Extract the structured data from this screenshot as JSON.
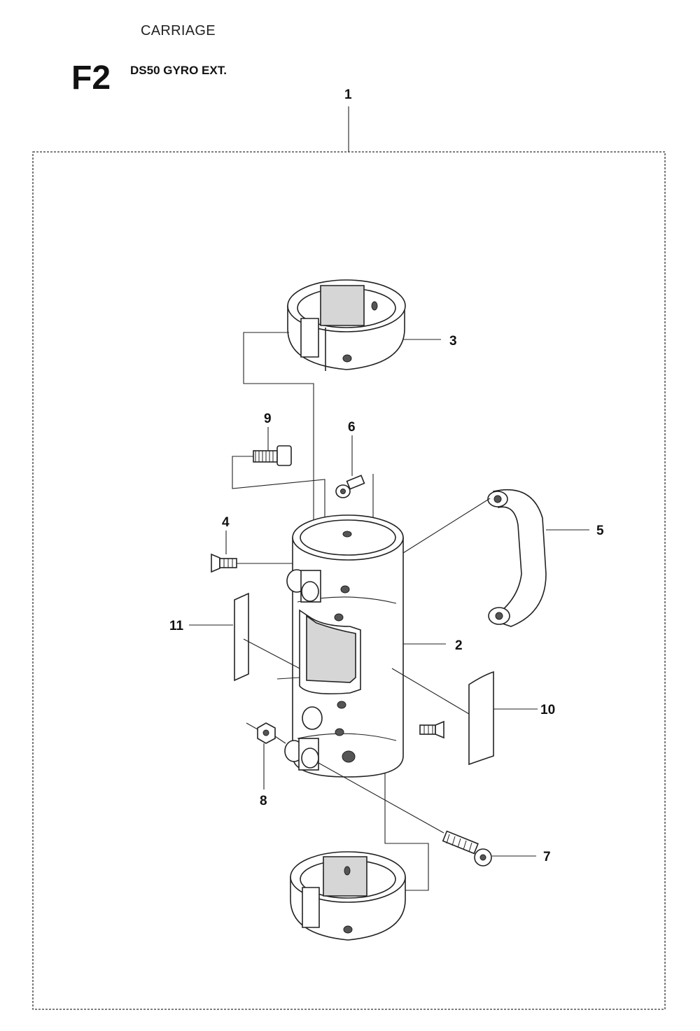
{
  "header": {
    "section": "CARRIAGE",
    "figure_code": "F2",
    "figure_name": "DS50 GYRO EXT."
  },
  "callouts": {
    "c1": "1",
    "c2": "2",
    "c3": "3",
    "c4": "4",
    "c5": "5",
    "c6": "6",
    "c7": "7",
    "c8": "8",
    "c9": "9",
    "c10": "10",
    "c11": "11"
  },
  "parts": [
    {
      "ref": "1",
      "name": "assembly-frame"
    },
    {
      "ref": "2",
      "name": "gyro-tube-body"
    },
    {
      "ref": "3",
      "name": "clamp-ring-upper"
    },
    {
      "ref": "4",
      "name": "countersunk-screw"
    },
    {
      "ref": "5",
      "name": "handle"
    },
    {
      "ref": "6",
      "name": "socket-cap-screw-short"
    },
    {
      "ref": "7",
      "name": "socket-cap-screw-long"
    },
    {
      "ref": "8",
      "name": "hex-nut"
    },
    {
      "ref": "9",
      "name": "hex-bolt"
    },
    {
      "ref": "10",
      "name": "label-right"
    },
    {
      "ref": "11",
      "name": "label-left"
    }
  ]
}
